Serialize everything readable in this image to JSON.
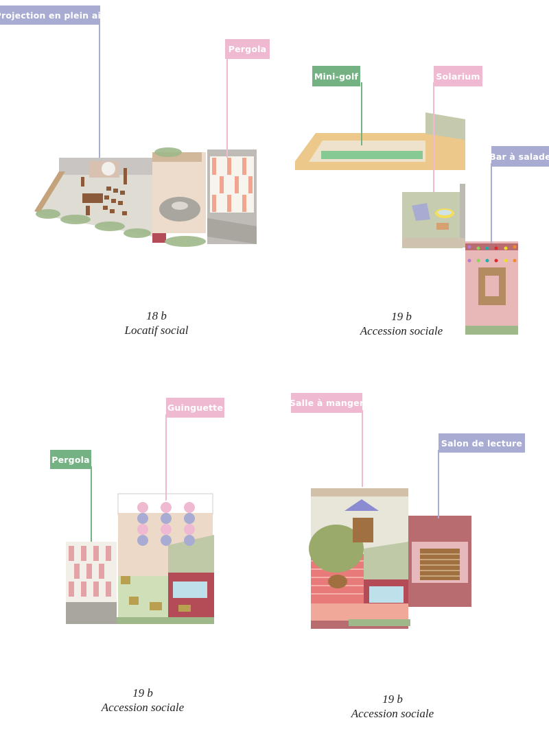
{
  "colors": {
    "purple": "#a9acd2",
    "pink": "#f0b9d2",
    "green": "#74b283"
  },
  "panels": [
    {
      "labels": [
        "Projection en plein air",
        "Pergola"
      ],
      "caption_number": "18 b",
      "caption_type": "Locatif social"
    },
    {
      "labels": [
        "Mini-golf",
        "Solarium",
        "Bar à salade"
      ],
      "caption_number": "19 b",
      "caption_type": "Accession sociale"
    },
    {
      "labels": [
        "Pergola",
        "Guinguette"
      ],
      "caption_number": "19 b",
      "caption_type": "Accession sociale"
    },
    {
      "labels": [
        "Salle à manger",
        "Salon de lecture"
      ],
      "caption_number": "19 b",
      "caption_type": "Accession sociale"
    }
  ]
}
